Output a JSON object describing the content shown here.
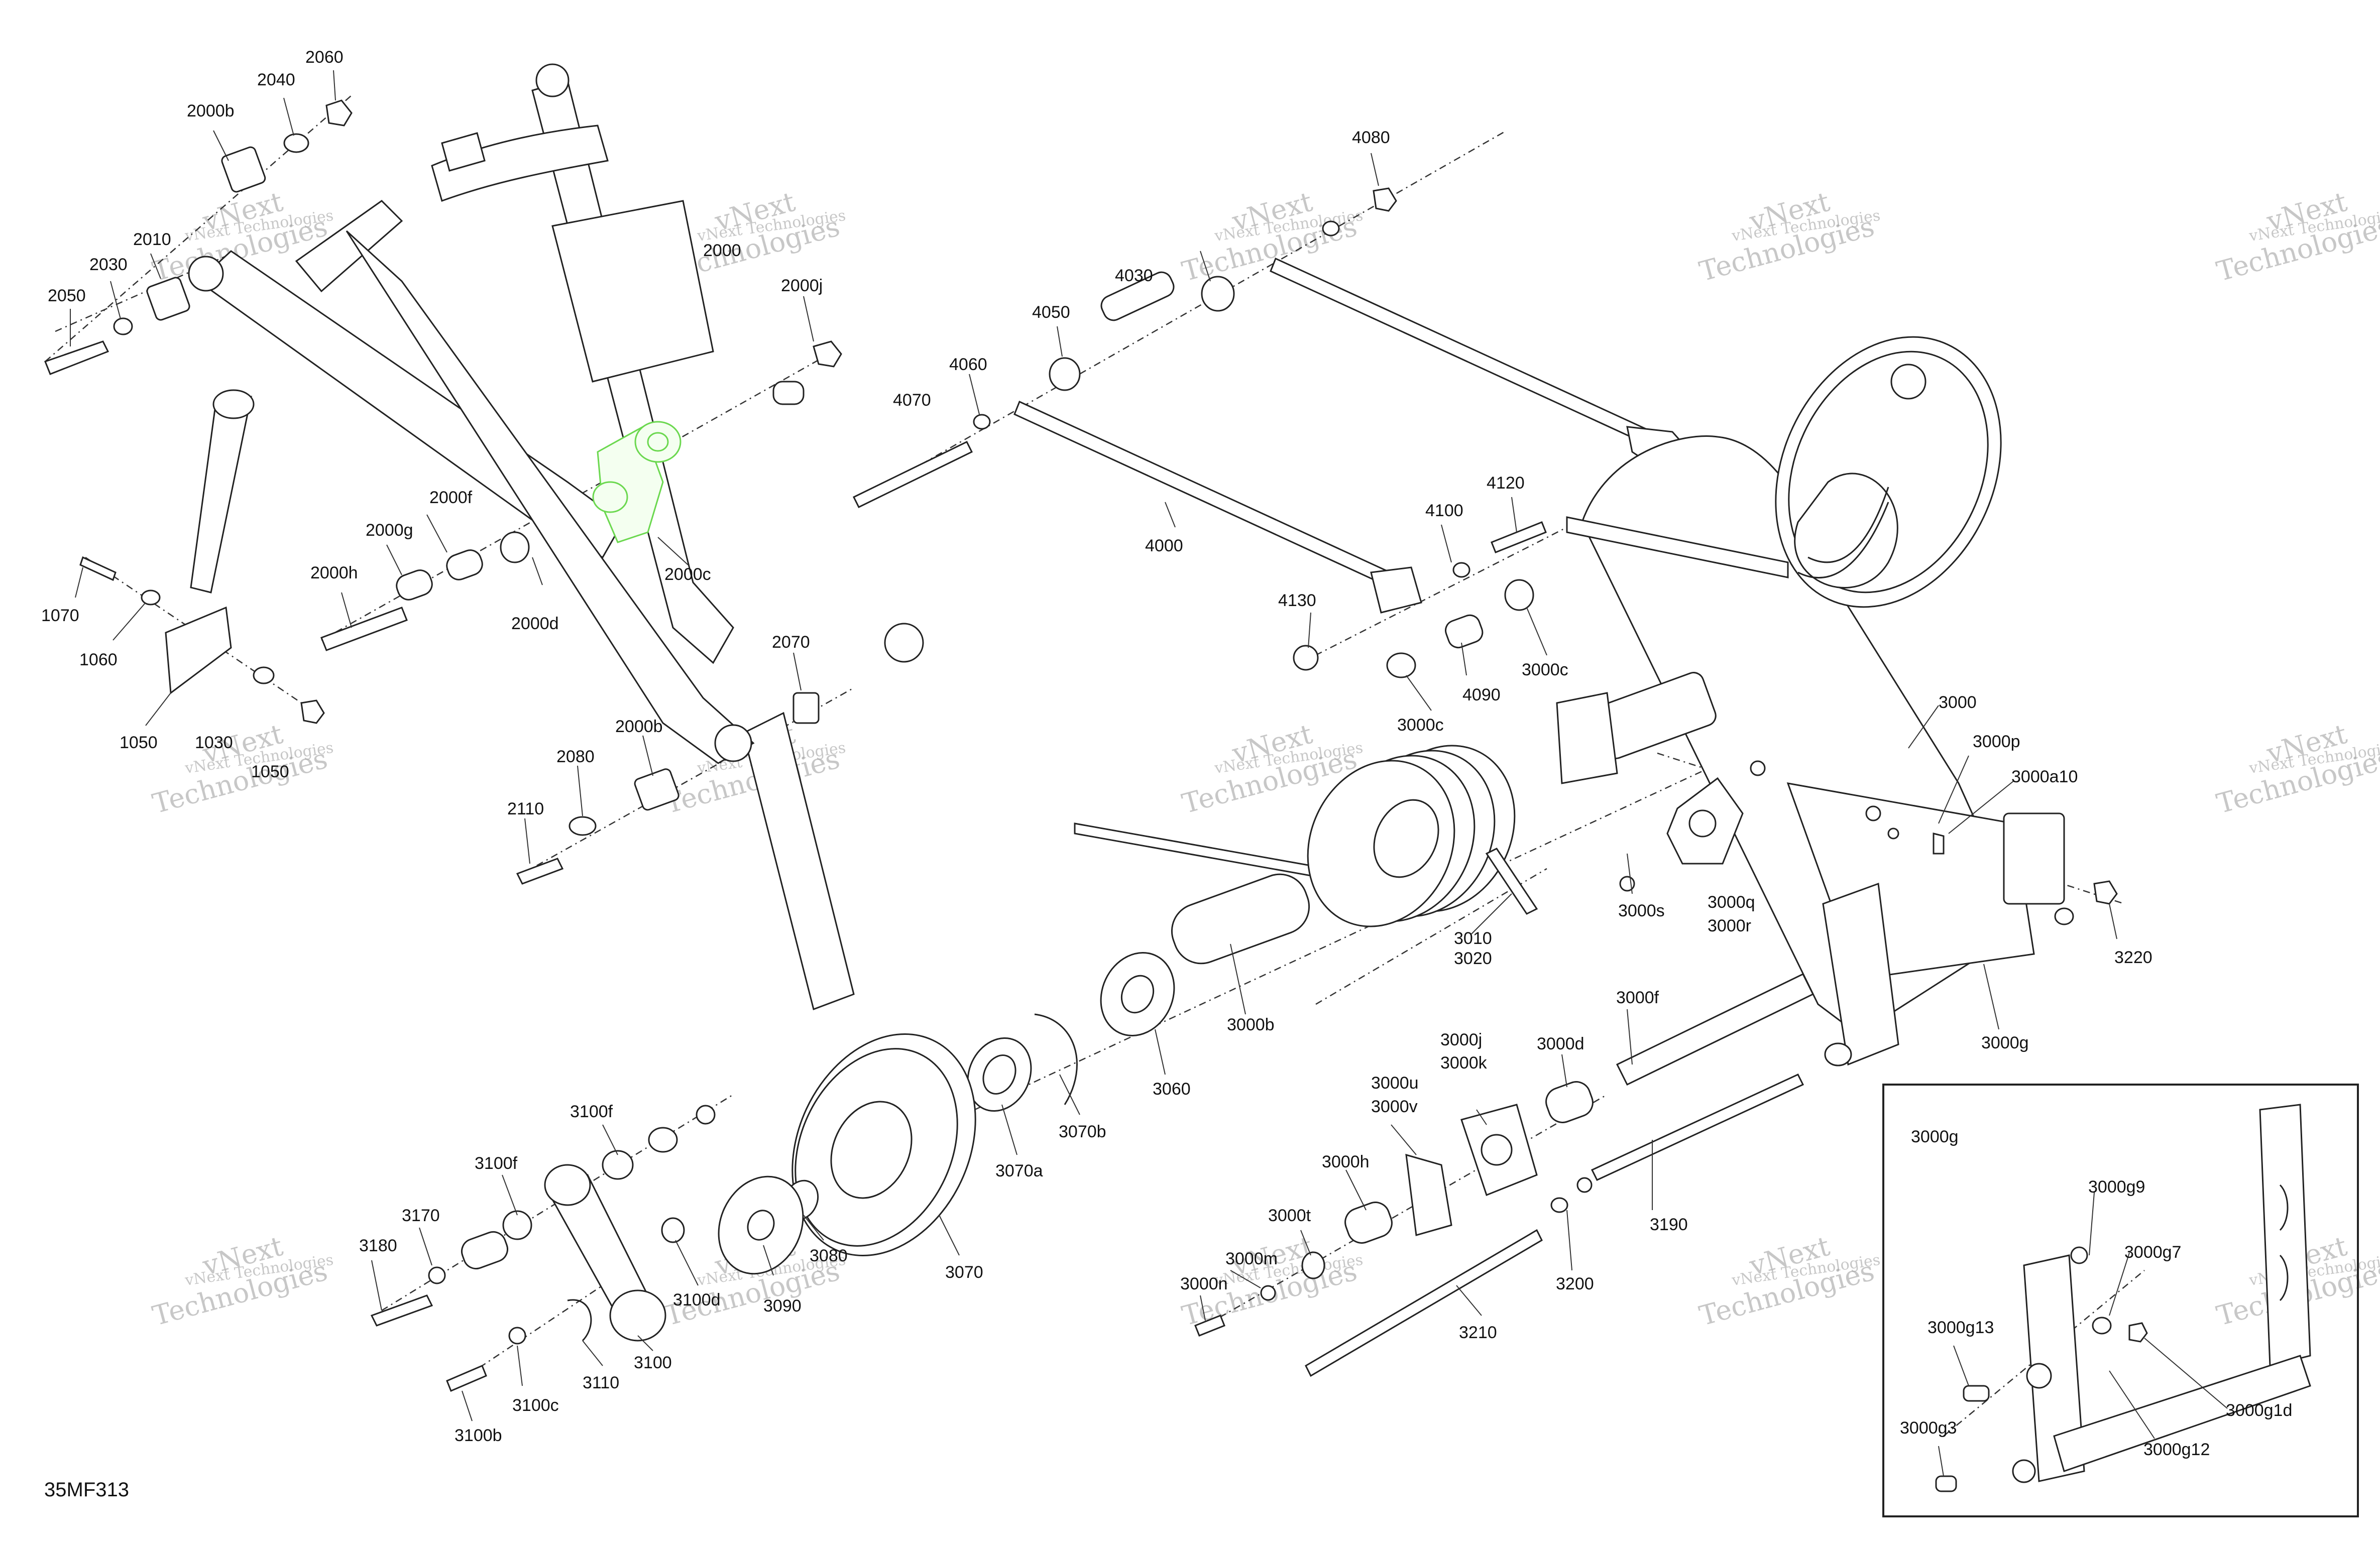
{
  "diagram_ref": "35MF313",
  "inset_title": "3000g",
  "watermark": {
    "line1": "vNext Technologies",
    "line2_a": "vNext",
    "line2_b": "Technologies"
  },
  "labels": [
    "2060",
    "2040",
    "2000b",
    "2010",
    "2030",
    "2050",
    "2000",
    "2000j",
    "2000f",
    "2000g",
    "2000h",
    "2000c",
    "2000d",
    "1070",
    "1060",
    "1050",
    "1030",
    "1050",
    "2070",
    "2000b",
    "2080",
    "2110",
    "4080",
    "4030",
    "4050",
    "4060",
    "4070",
    "4000",
    "4100",
    "4120",
    "4130",
    "4090",
    "3000c",
    "3000c",
    "3000",
    "3000p",
    "3000a10",
    "3000s",
    "3000q",
    "3000r",
    "3220",
    "3010",
    "3020",
    "3000b",
    "3060",
    "3000g",
    "3000f",
    "3000d",
    "3000j",
    "3000k",
    "3000u",
    "3000v",
    "3070b",
    "3070a",
    "3070",
    "3100f",
    "3100f",
    "3170",
    "3180",
    "3080",
    "3090",
    "3100d",
    "3100",
    "3110",
    "3100c",
    "3100b",
    "3000h",
    "3000t",
    "3000m",
    "3000n",
    "3200",
    "3190",
    "3210",
    "3000g",
    "3000g9",
    "3000g7",
    "3000g13",
    "3000g1d",
    "3000g3",
    "3000g12"
  ],
  "colors": {
    "line": "#222222",
    "highlight": "#6bd84f",
    "watermark": "#9a9a9a"
  }
}
